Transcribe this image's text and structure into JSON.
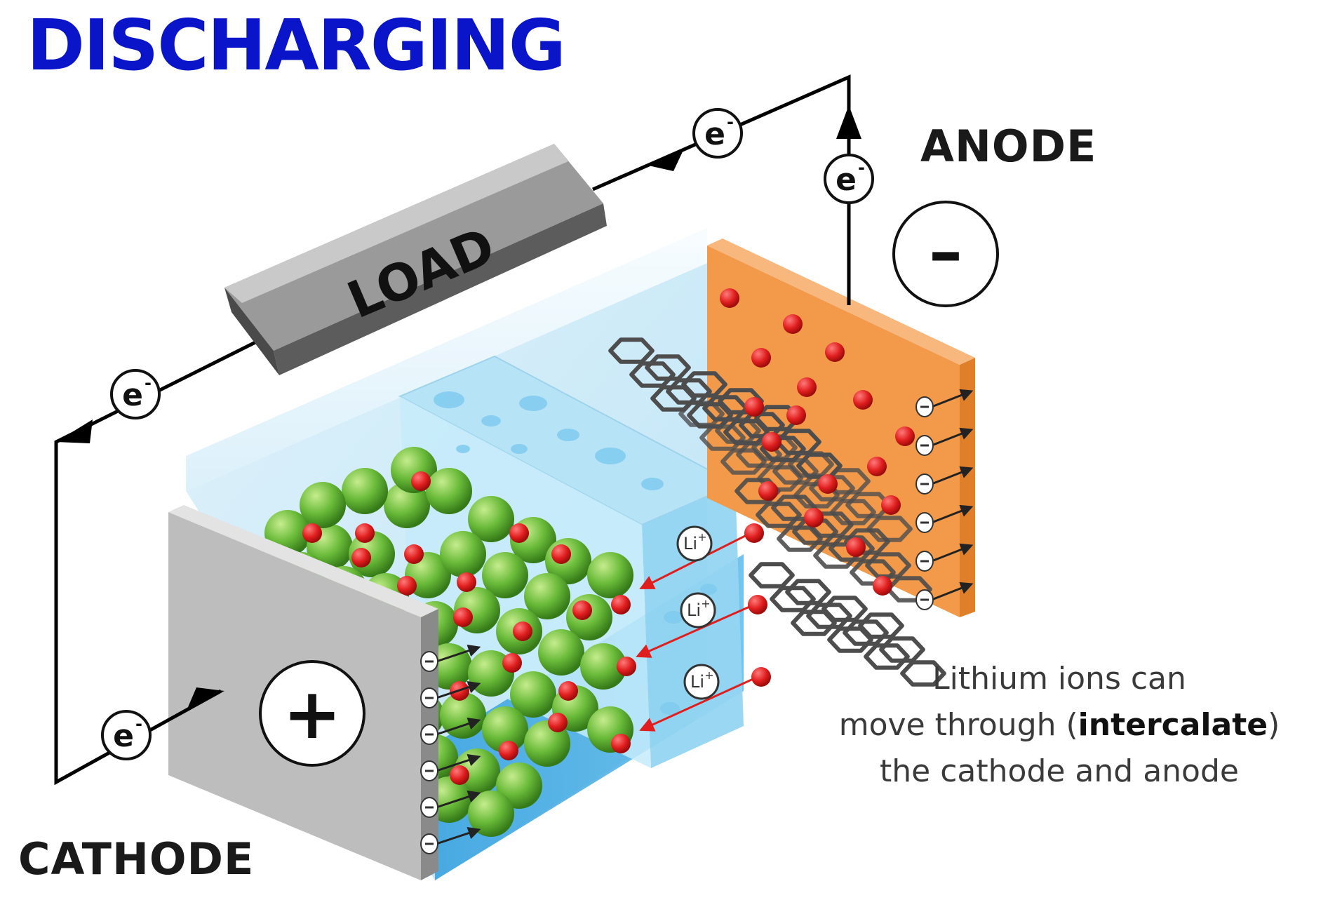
{
  "title": "DISCHARGING",
  "load_label": "LOAD",
  "anode_label": "ANODE",
  "cathode_label": "CATHODE",
  "anode_sign": "–",
  "cathode_sign": "+",
  "electron_symbol": "e",
  "electron_charge": "-",
  "lithium_ion_symbol": "Li",
  "lithium_ion_charge": "+",
  "caption": {
    "line1": "Lithium ions can",
    "line2_pre": "move through (",
    "line2_bold": "intercalate",
    "line2_post": ")",
    "line3": "the cathode and anode"
  },
  "colors": {
    "title": "#0a14c8",
    "anode_plate": "#f29a4a",
    "cathode_plate": "#bdbdbd",
    "electrolyte": "#a9dcf3",
    "cathode_particles": "#6abb3a",
    "lithium_ions": "#e01e1e",
    "load_block": "#8c8c8c"
  }
}
